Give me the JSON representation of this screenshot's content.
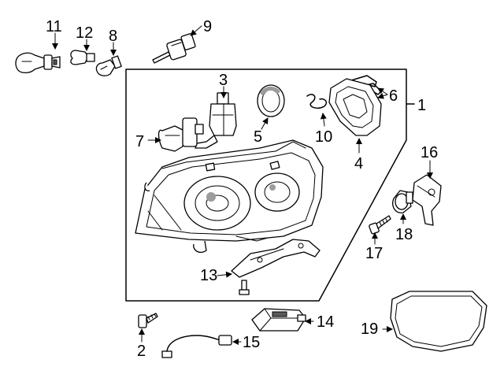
{
  "callouts": {
    "c1": "1",
    "c2": "2",
    "c3": "3",
    "c4": "4",
    "c5": "5",
    "c6": "6",
    "c7": "7",
    "c8": "8",
    "c9": "9",
    "c10": "10",
    "c11": "11",
    "c12": "12",
    "c13": "13",
    "c14": "14",
    "c15": "15",
    "c16": "16",
    "c17": "17",
    "c18": "18",
    "c19": "19"
  },
  "colors": {
    "line": "#000000",
    "shade": "#9c9c9c",
    "background": "#ffffff"
  }
}
